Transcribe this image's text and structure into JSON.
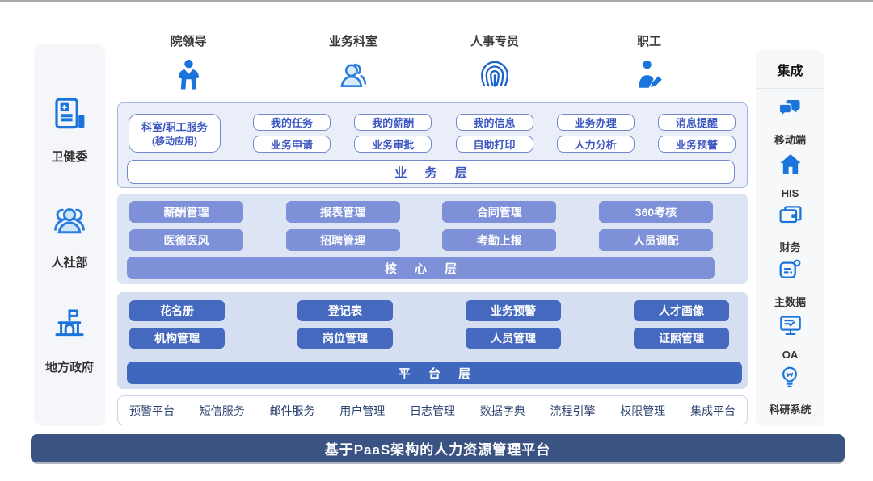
{
  "colors": {
    "icon_blue": "#1b74dc",
    "outline_blue": "#2a7de1",
    "periwinkle": "#7e91d8",
    "deep_blue": "#4569be",
    "bar_deep_blue": "#3f67bd",
    "box_border_blue": "#7488cc",
    "box_text_blue": "#3c57c2",
    "navy_footer": "#3b5383",
    "biz_container_bg": "#eaeef9",
    "core_container_bg": "#dde5f5",
    "plat_container_bg": "#d6dff2"
  },
  "external_left": {
    "items": [
      {
        "label": "卫健委",
        "icon": "medical-report-icon"
      },
      {
        "label": "人社部",
        "icon": "people-group-icon"
      },
      {
        "label": "地方政府",
        "icon": "government-building-icon"
      }
    ]
  },
  "personas": [
    {
      "label": "院领导",
      "icon": "leader-person-icon"
    },
    {
      "label": "业务科室",
      "icon": "department-users-icon"
    },
    {
      "label": "人事专员",
      "icon": "fingerprint-icon"
    },
    {
      "label": "职工",
      "icon": "staff-edit-icon"
    }
  ],
  "business_layer": {
    "feature_box": {
      "line1": "科室/职工服务",
      "line2": "(移动应用)"
    },
    "row1": [
      "我的任务",
      "我的薪酬",
      "我的信息",
      "业务办理",
      "消息提醒"
    ],
    "row2": [
      "业务申请",
      "业务审批",
      "自助打印",
      "人力分析",
      "业务预警"
    ],
    "bar": "业 务 层"
  },
  "core_layer": {
    "row1": [
      "薪酬管理",
      "报表管理",
      "合同管理",
      "360考核"
    ],
    "row2": [
      "医德医风",
      "招聘管理",
      "考勤上报",
      "人员调配"
    ],
    "bar": "核 心 层"
  },
  "platform_layer": {
    "row1": [
      "花名册",
      "登记表",
      "业务预警",
      "人才画像"
    ],
    "row2": [
      "机构管理",
      "岗位管理",
      "人员管理",
      "证照管理"
    ],
    "bar": "平 台 层"
  },
  "services": [
    "预警平台",
    "短信服务",
    "邮件服务",
    "用户管理",
    "日志管理",
    "数据字典",
    "流程引擎",
    "权限管理",
    "集成平台"
  ],
  "integration_panel": {
    "header": "集成",
    "items": [
      {
        "label": "移动端",
        "icon": "chat-bubbles-icon"
      },
      {
        "label": "HIS",
        "icon": "home-icon"
      },
      {
        "label": "财务",
        "icon": "wallet-icon"
      },
      {
        "label": "主数据",
        "icon": "data-card-icon"
      },
      {
        "label": "OA",
        "icon": "monitor-icon"
      },
      {
        "label": "科研系统",
        "icon": "lightbulb-icon"
      }
    ]
  },
  "footer": {
    "title": "基于PaaS架构的人力资源管理平台"
  }
}
